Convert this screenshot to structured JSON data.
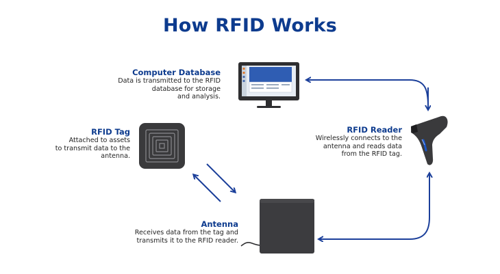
{
  "title": "How RFID Works",
  "nodes": {
    "computer_database": {
      "title": "Computer Database",
      "desc": "Data is transmitted to the RFID\ndatabase for storage\nand analysis."
    },
    "rfid_tag": {
      "title": "RFID Tag",
      "desc": "Attached to assets\nto transmit data to the\nantenna."
    },
    "rfid_reader": {
      "title": "RFID Reader",
      "desc": "Wirelessly connects to the\nantenna and reads data\nfrom the RFID tag."
    },
    "antenna": {
      "title": "Antenna",
      "desc": "Receives data from the tag and\ntransmits it to the RFID reader."
    }
  },
  "colors": {
    "brand_blue": "#0d3b8e",
    "arrow_blue": "#1b3f9a",
    "device_dark": "#3a3a3c"
  }
}
